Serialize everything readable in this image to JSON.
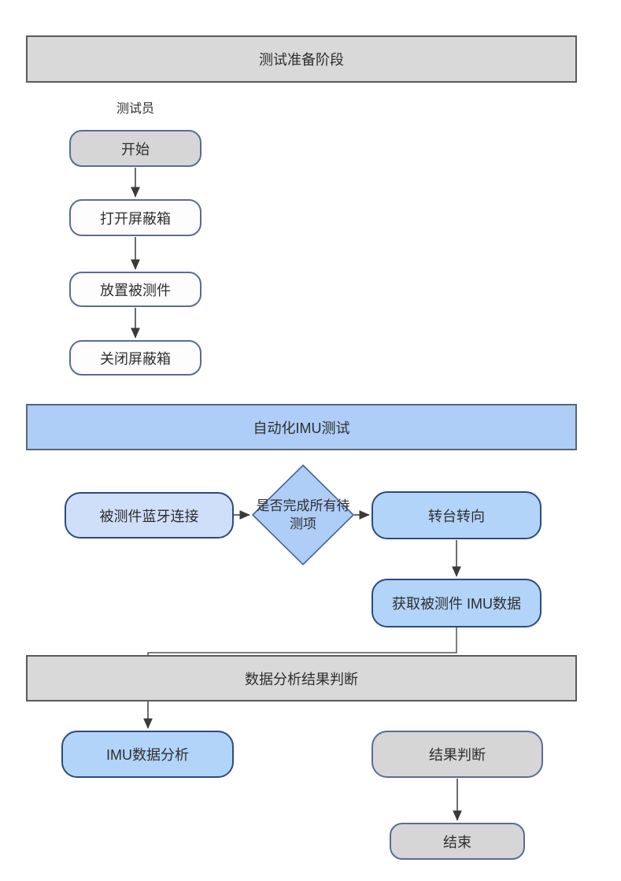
{
  "sections": {
    "prep": "测试准备阶段",
    "auto": "自动化IMU测试",
    "analysis": "数据分析结果判断"
  },
  "lane_label": "测试员",
  "nodes": {
    "start": "开始",
    "open_shield_box": "打开屏蔽箱",
    "place_dut": "放置被测件",
    "close_shield_box": "关闭屏蔽箱",
    "bluetooth_connect": "被测件蓝牙连接",
    "decision_all_items_done": "是否完成所有待测项",
    "turntable_turn": "转台转向",
    "get_imu_data": "获取被测件 IMU数据",
    "imu_data_analysis": "IMU数据分析",
    "result_judgment": "结果判断",
    "end": "结束"
  },
  "colors": {
    "banner_gray_fill": "#d9d9d9",
    "banner_blue_fill": "#aecdf7",
    "node_gray_fill": "#d6d6d6",
    "node_white_fill": "#fdfdfd",
    "node_blue_fill": "#b2d4f9",
    "node_lightblue_fill": "#d0dff9",
    "diamond_fill": "#aecdf7",
    "border_slate": "#5b6c94",
    "border_navy": "#2d4a7e",
    "arrow": "#3a3a3a"
  }
}
